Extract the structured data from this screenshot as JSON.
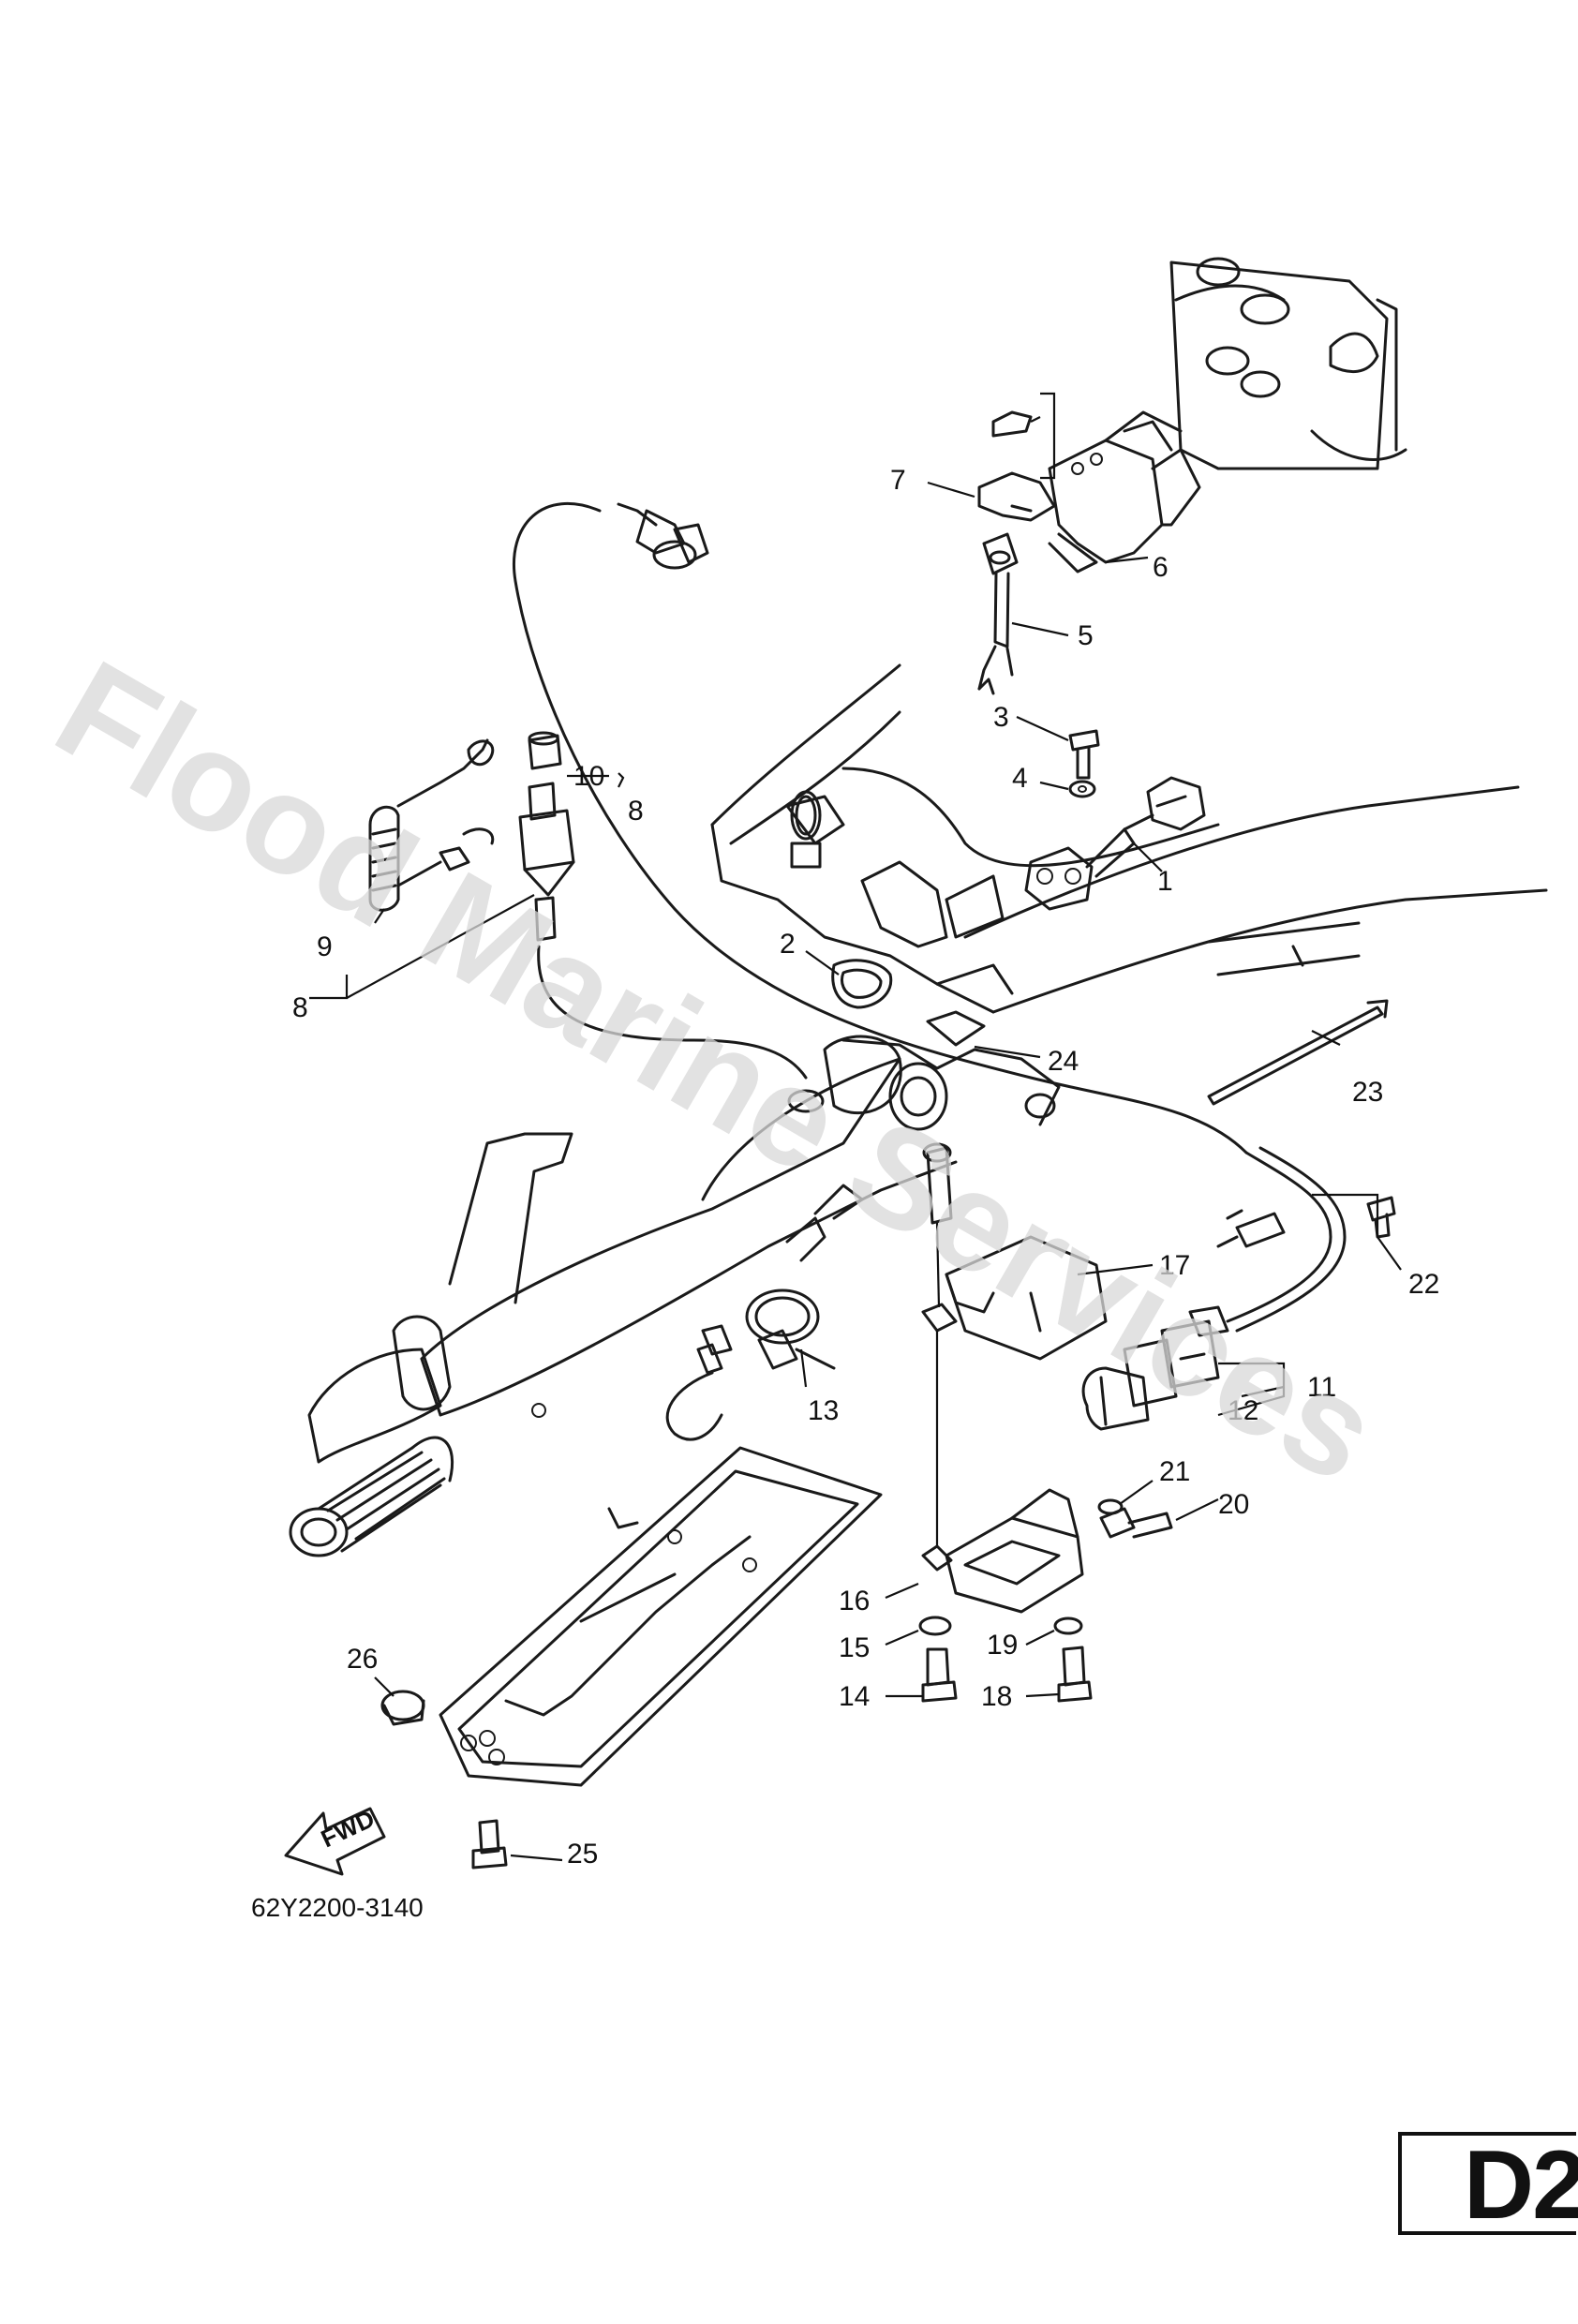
{
  "watermark": "Flood Marine Services",
  "diagram_code": "62Y2200-3140",
  "page_ref": "D2",
  "fwd_label": "FWD",
  "callouts": {
    "c1": "1",
    "c2": "2",
    "c3": "3",
    "c4": "4",
    "c5": "5",
    "c6": "6",
    "c7": "7",
    "c8a": "8",
    "c8b": "8",
    "c9": "9",
    "c10": "10",
    "c11": "11",
    "c12": "12",
    "c13": "13",
    "c14": "14",
    "c15": "15",
    "c16": "16",
    "c17": "17",
    "c18": "18",
    "c19": "19",
    "c20": "20",
    "c21": "21",
    "c22": "22",
    "c23": "23",
    "c24": "24",
    "c25": "25",
    "c26": "26"
  }
}
